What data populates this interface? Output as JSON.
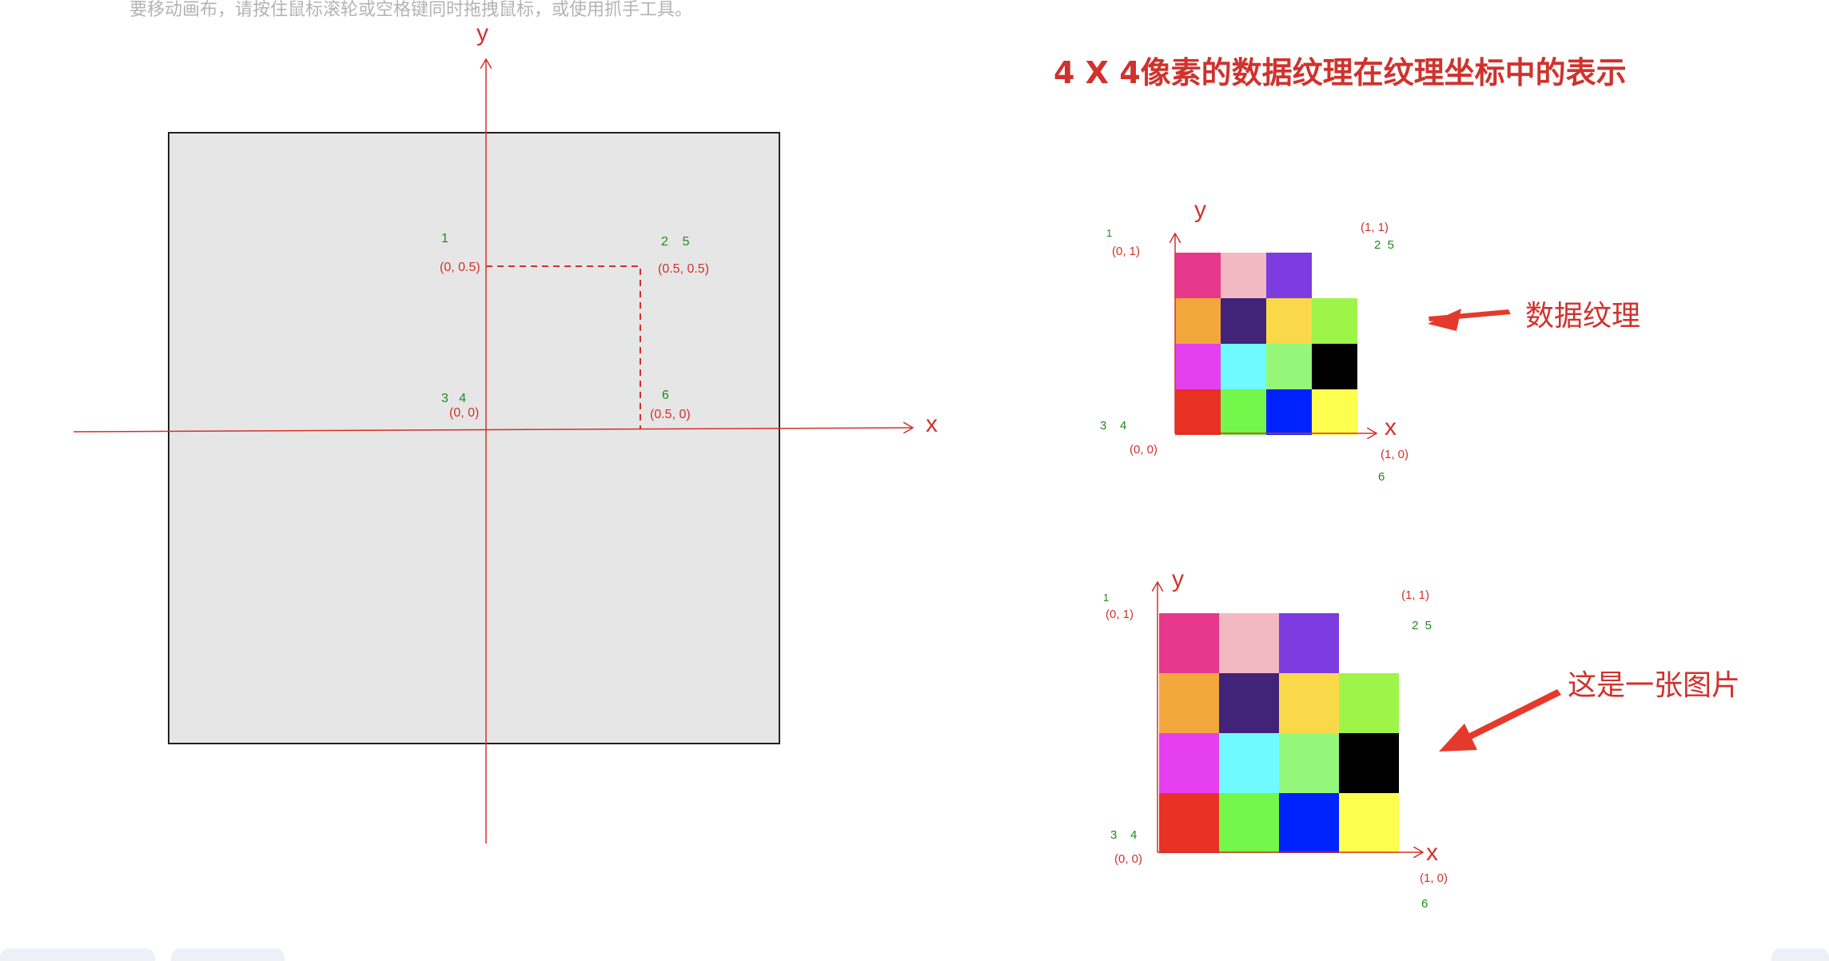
{
  "hint": "要移动画布，请按住鼠标滚轮或空格键同时拖拽鼠标，或使用抓手工具。",
  "title": "4 X 4像素的数据纹理在纹理坐标中的表示",
  "left_diagram": {
    "axis_x": "x",
    "axis_y": "y",
    "points": [
      {
        "num": "1",
        "coord": "(0, 0.5)"
      },
      {
        "num": "2    5",
        "coord": "(0.5, 0.5)"
      },
      {
        "num": "3   4",
        "coord": "(0, 0)"
      },
      {
        "num": "6",
        "coord": "(0.5, 0)"
      }
    ]
  },
  "texture_top": {
    "caption": "数据纹理",
    "axis_x": "x",
    "axis_y": "y",
    "tl_num": "1",
    "tl_coord": "(0, 1)",
    "tr_coord": "(1, 1)",
    "tr_num": "2  5",
    "bl_num": "3    4",
    "bl_coord": "(0, 0)",
    "br_coord": "(1, 0)",
    "br_num": "6"
  },
  "texture_bottom": {
    "caption": "这是一张图片",
    "axis_x": "x",
    "axis_y": "y",
    "tl_num": "1",
    "tl_coord": "(0, 1)",
    "tr_coord": "(1, 1)",
    "tr_num": "2  5",
    "bl_num": "3    4",
    "bl_coord": "(0, 0)",
    "br_coord": "(1, 0)",
    "br_num": "6"
  },
  "grid_colors": [
    [
      "#e6398e",
      "#f2b9c2",
      "#7d3ce0",
      null
    ],
    [
      "#f2a73c",
      "#42237a",
      "#f9d849",
      "#9ef549"
    ],
    [
      "#e63ff0",
      "#6ffaff",
      "#95f77a",
      "#000000"
    ],
    [
      "#e83125",
      "#72f74a",
      "#0022ff",
      "#fdff4e"
    ]
  ]
}
